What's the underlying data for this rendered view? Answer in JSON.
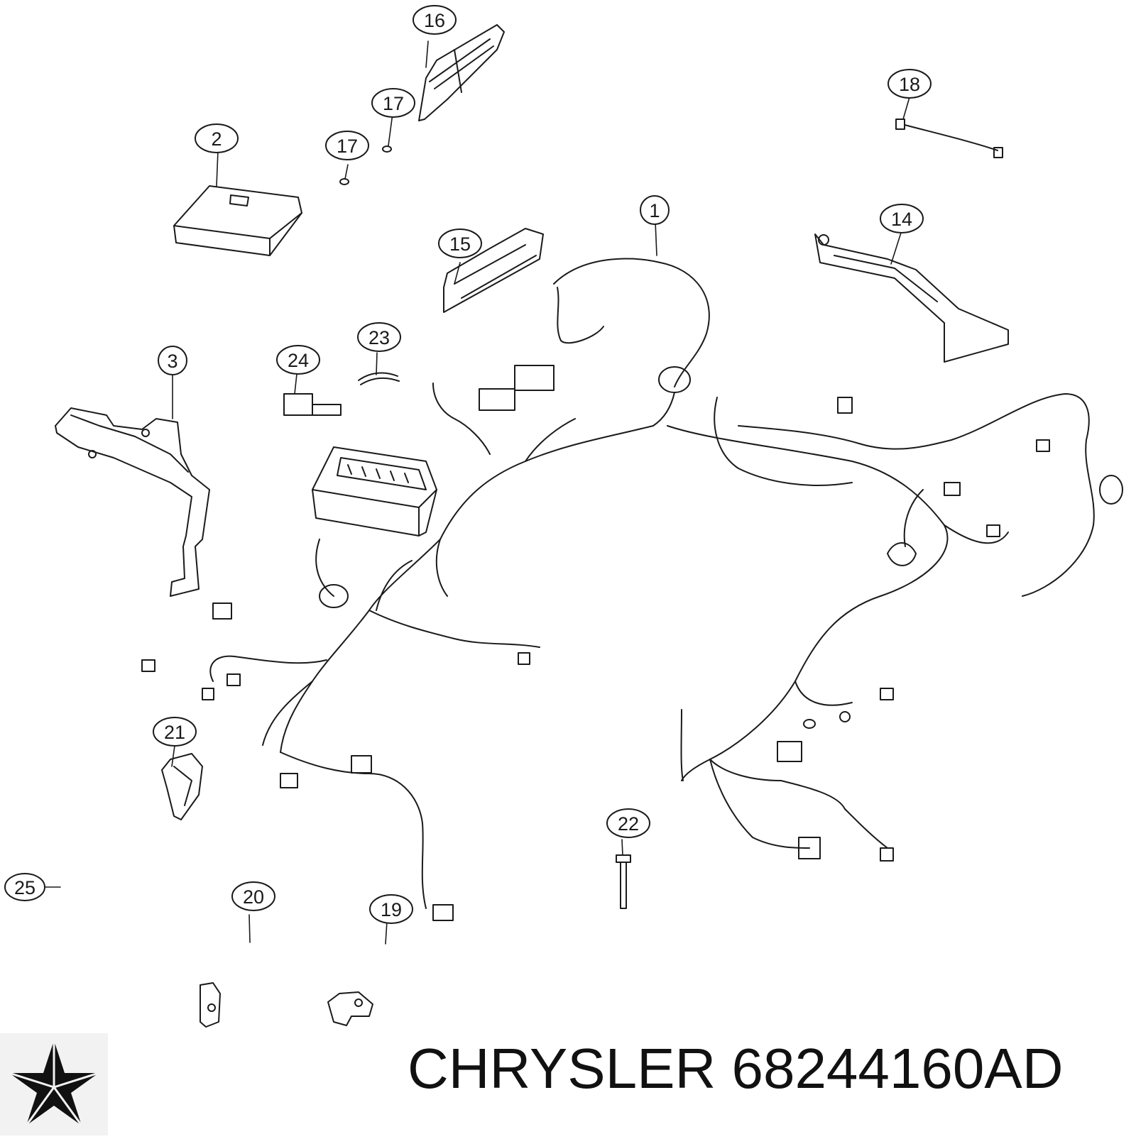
{
  "brand": {
    "name": "CHRYSLER",
    "part_number": "68244160AD",
    "logo_icon": "pentastar-icon"
  },
  "callouts": [
    "16",
    "17",
    "17",
    "18",
    "2",
    "1",
    "15",
    "14",
    "23",
    "24",
    "3",
    "21",
    "22",
    "25",
    "20",
    "19"
  ],
  "colors": {
    "line": "#1a1a1a",
    "background": "#ffffff"
  }
}
